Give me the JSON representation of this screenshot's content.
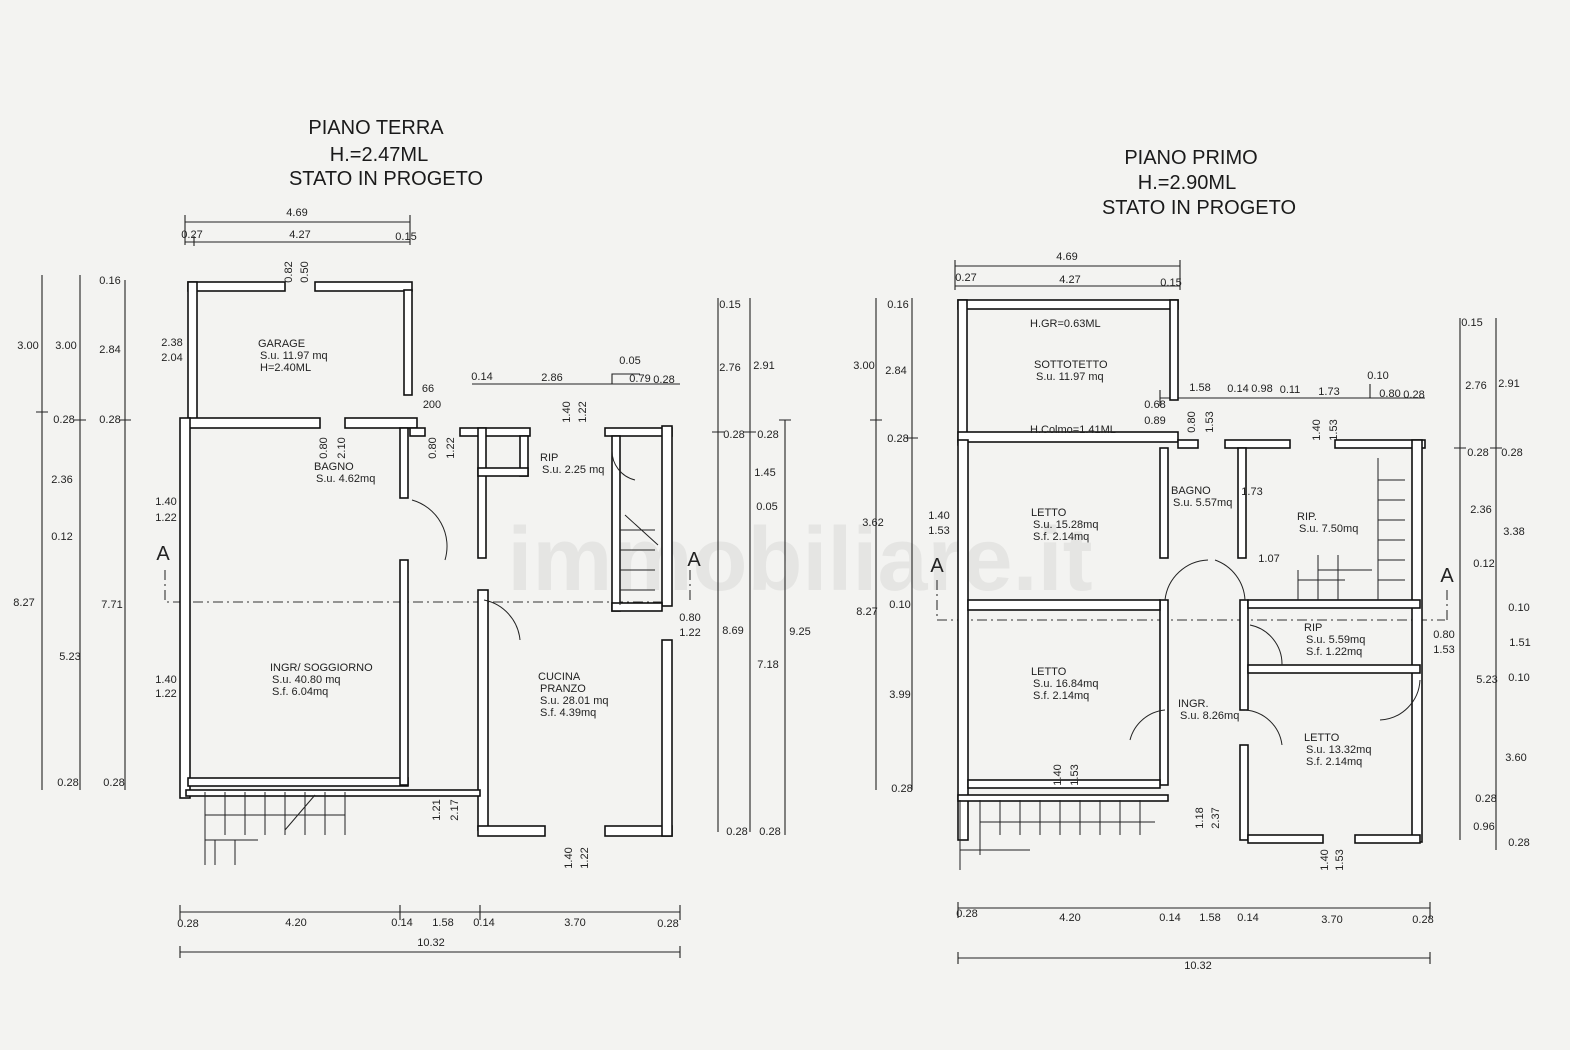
{
  "watermark": "immobiliare.it",
  "section_marker": "A",
  "ground_floor": {
    "title": [
      "PIANO TERRA",
      "H.=2.47ML",
      "STATO IN PROGETO"
    ],
    "rooms": [
      {
        "name": "GARAGE",
        "lines": [
          "S.u. 11.97 mq",
          "H=2.40ML"
        ]
      },
      {
        "name": "BAGNO",
        "lines": [
          "S.u. 4.62mq"
        ]
      },
      {
        "name": "RIP",
        "lines": [
          "S.u. 2.25 mq"
        ]
      },
      {
        "name": "INGR/ SOGGIORNO",
        "lines": [
          "S.u. 40.80 mq",
          "S.f. 6.04mq"
        ]
      },
      {
        "name": "CUCINA",
        "lines": [
          "PRANZO",
          "S.u. 28.01 mq",
          "S.f. 4.39mq"
        ]
      }
    ],
    "dimensions": [
      "4.69",
      "0.27",
      "4.27",
      "0.15",
      "0.82",
      "0.50",
      "0.16",
      "3.00",
      "3.00",
      "2.84",
      "0.28",
      "0.28",
      "2.36",
      "0.12",
      "8.27",
      "7.71",
      "5.23",
      "0.28",
      "0.28",
      "2.38",
      "2.04",
      "1.40",
      "1.22",
      "1.40",
      "1.22",
      "66",
      "200",
      "0.80",
      "2.10",
      "0.80",
      "1.22",
      "1.40",
      "1.22",
      "0.14",
      "2.86",
      "0.05",
      "0.79",
      "0.28",
      "0.15",
      "2.76",
      "2.91",
      "0.28",
      "0.28",
      "1.45",
      "0.05",
      "0.80",
      "1.22",
      "8.69",
      "7.18",
      "9.25",
      "0.28",
      "0.28",
      "1.21",
      "2.17",
      "1.40",
      "1.22",
      "0.28",
      "4.20",
      "0.14",
      "1.58",
      "0.14",
      "3.70",
      "0.28",
      "10.32"
    ]
  },
  "first_floor": {
    "title": [
      "PIANO PRIMO",
      "H.=2.90ML",
      "STATO IN PROGETO"
    ],
    "notes": [
      "H.GR=0.63ML",
      "H.Colmo=1.41ML"
    ],
    "rooms": [
      {
        "name": "SOTTOTETTO",
        "lines": [
          "S.u. 11.97 mq"
        ]
      },
      {
        "name": "LETTO",
        "lines": [
          "S.u. 15.28mq",
          "S.f. 2.14mq"
        ]
      },
      {
        "name": "BAGNO",
        "lines": [
          "S.u. 5.57mq"
        ]
      },
      {
        "name": "RIP.",
        "lines": [
          "S.u. 7.50mq"
        ]
      },
      {
        "name": "LETTO",
        "lines": [
          "S.u. 16.84mq",
          "S.f. 2.14mq"
        ]
      },
      {
        "name": "INGR.",
        "lines": [
          "S.u. 8.26mq"
        ]
      },
      {
        "name": "RIP",
        "lines": [
          "S.u. 5.59mq",
          "S.f. 1.22mq"
        ]
      },
      {
        "name": "LETTO",
        "lines": [
          "S.u. 13.32mq",
          "S.f. 2.14mq"
        ]
      }
    ],
    "dimensions": [
      "4.69",
      "0.27",
      "4.27",
      "0.15",
      "0.16",
      "3.00",
      "2.84",
      "0.28",
      "3.62",
      "8.27",
      "0.10",
      "3.99",
      "0.28",
      "1.40",
      "1.53",
      "0.68",
      "0.89",
      "0.80",
      "1.53",
      "1.58",
      "0.14",
      "0.98",
      "0.11",
      "1.73",
      "0.10",
      "0.80",
      "0.28",
      "1.40",
      "1.53",
      "1.73",
      "1.07",
      "0.15",
      "2.76",
      "2.91",
      "0.28",
      "0.28",
      "2.36",
      "3.38",
      "0.12",
      "0.10",
      "1.51",
      "5.23",
      "0.10",
      "3.60",
      "0.28",
      "0.96",
      "0.28",
      "0.80",
      "1.53",
      "1.40",
      "1.53",
      "1.18",
      "2.37",
      "1.40",
      "1.53",
      "0.28",
      "4.20",
      "0.14",
      "1.58",
      "0.14",
      "3.70",
      "0.28",
      "10.32"
    ]
  }
}
